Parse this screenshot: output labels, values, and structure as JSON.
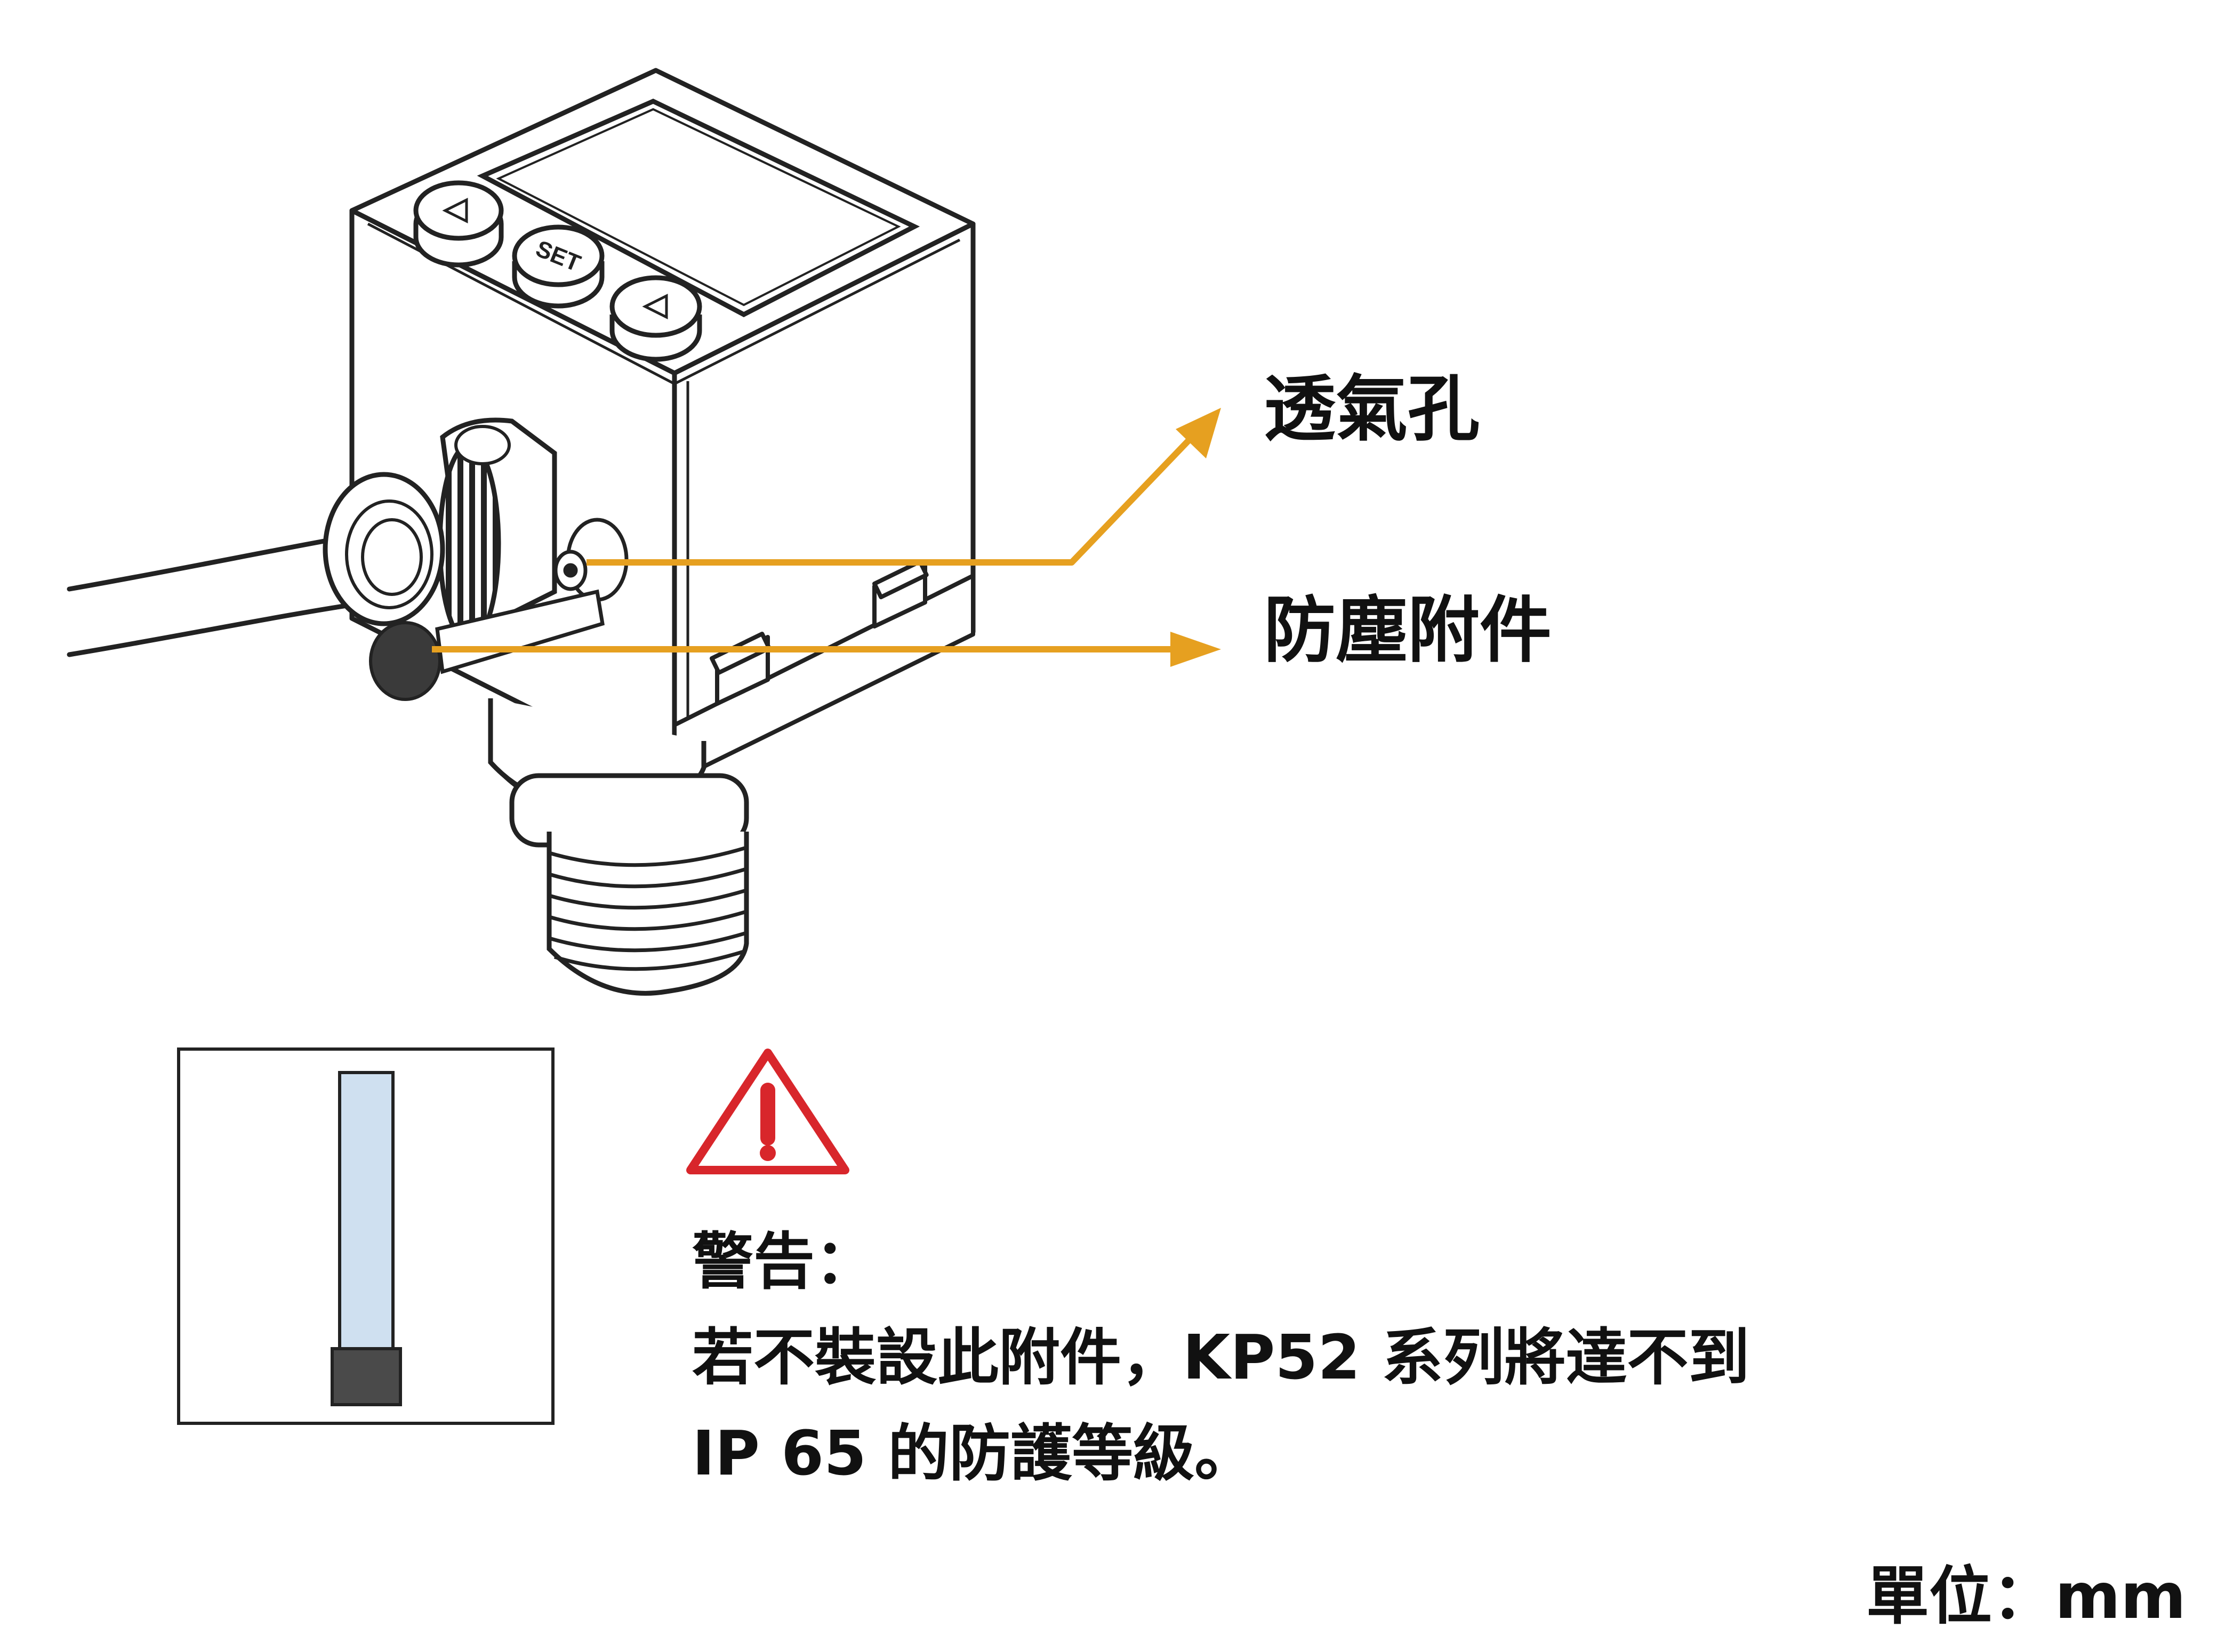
{
  "callouts": {
    "vent_hole": "透氣孔",
    "dust_cap": "防塵附件"
  },
  "device": {
    "button_set": "SET"
  },
  "warning": {
    "title": "警告：",
    "line1": "若不裝設此附件，KP52 系列將達不到",
    "line2": "IP 65 的防護等級。",
    "icon": "warning-triangle-icon"
  },
  "unit": "單位：mm",
  "colors": {
    "arrow": "#E6A020",
    "warning_red": "#D8262B",
    "accessory_tube": "#CFE0F0",
    "accessory_cap": "#4A4A4A",
    "outline": "#222222"
  }
}
